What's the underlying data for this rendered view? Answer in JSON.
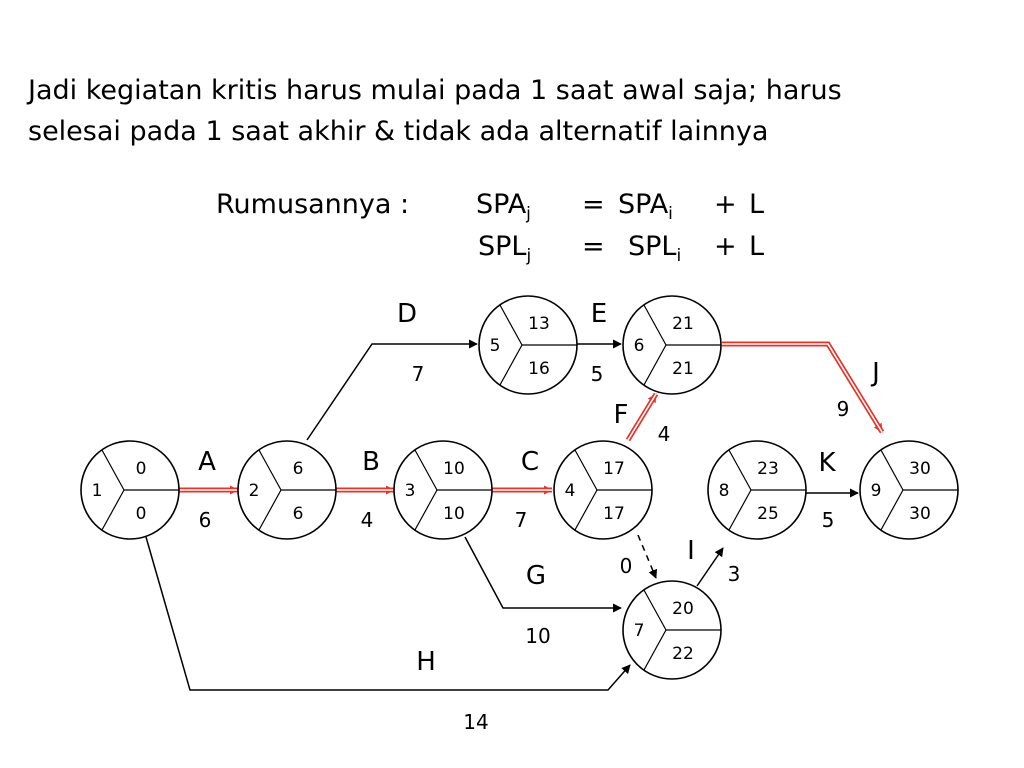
{
  "intro": {
    "line1": "Jadi kegiatan kritis harus mulai pada 1 saat awal saja; harus",
    "line2": "selesai pada 1 saat akhir & tidak ada alternatif lainnya"
  },
  "formula": {
    "label": "Rumusannya :",
    "row1": {
      "lhs": "SPA",
      "lhs_sub": "j",
      "eq": "=",
      "rhs": "SPA",
      "rhs_sub": "i",
      "plus": "+",
      "term": "L"
    },
    "row2": {
      "lhs": "SPL",
      "lhs_sub": "j",
      "eq": "=",
      "rhs": "SPL",
      "rhs_sub": "i",
      "plus": "+",
      "term": "L"
    }
  },
  "network": {
    "nodes": [
      {
        "id": "1",
        "spa": "0",
        "spl": "0"
      },
      {
        "id": "2",
        "spa": "6",
        "spl": "6"
      },
      {
        "id": "3",
        "spa": "10",
        "spl": "10"
      },
      {
        "id": "4",
        "spa": "17",
        "spl": "17"
      },
      {
        "id": "5",
        "spa": "13",
        "spl": "16"
      },
      {
        "id": "6",
        "spa": "21",
        "spl": "21"
      },
      {
        "id": "7",
        "spa": "20",
        "spl": "22"
      },
      {
        "id": "8",
        "spa": "23",
        "spl": "25"
      },
      {
        "id": "9",
        "spa": "30",
        "spl": "30"
      }
    ],
    "activities": [
      {
        "name": "A",
        "duration": "6",
        "from": "1",
        "to": "2",
        "critical": true
      },
      {
        "name": "B",
        "duration": "4",
        "from": "2",
        "to": "3",
        "critical": true
      },
      {
        "name": "C",
        "duration": "7",
        "from": "3",
        "to": "4",
        "critical": true
      },
      {
        "name": "D",
        "duration": "7",
        "from": "2",
        "to": "5",
        "critical": false
      },
      {
        "name": "E",
        "duration": "5",
        "from": "5",
        "to": "6",
        "critical": false
      },
      {
        "name": "F",
        "duration": "4",
        "from": "4",
        "to": "6",
        "critical": true
      },
      {
        "name": "G",
        "duration": "10",
        "from": "3",
        "to": "7",
        "critical": false
      },
      {
        "name": "H",
        "duration": "14",
        "from": "1",
        "to": "7",
        "critical": false
      },
      {
        "name": "I",
        "duration": "3",
        "from": "7",
        "to": "8",
        "critical": false
      },
      {
        "name": "J",
        "duration": "9",
        "from": "6",
        "to": "9",
        "critical": true
      },
      {
        "name": "K",
        "duration": "5",
        "from": "8",
        "to": "9",
        "critical": false
      }
    ],
    "dummy": {
      "duration": "0",
      "from": "4",
      "to": "7"
    },
    "colors": {
      "critical": "#e8332b",
      "normal": "#000000"
    }
  }
}
